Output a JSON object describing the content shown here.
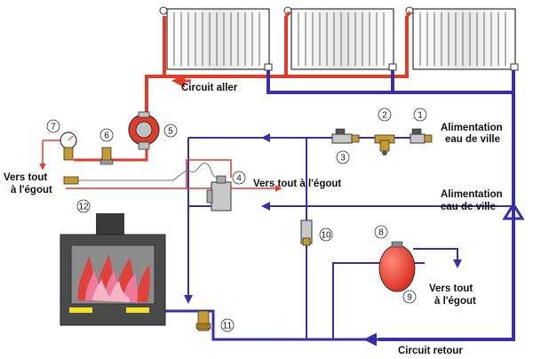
{
  "labels": {
    "circuit_aller": "Circuit aller",
    "circuit_retour": "Circuit retour",
    "alim_top_1": "Alimentation",
    "alim_top_2": "eau de ville",
    "alim_mid_1": "Alimentation",
    "alim_mid_2": "eau de ville",
    "egout_left_1": "Vers tout",
    "egout_left_2": "à l'égout",
    "egout_center": "Vers tout à l'égout",
    "egout_right_1": "Vers tout",
    "egout_right_2": "à l'égout"
  },
  "callouts": [
    "1",
    "2",
    "3",
    "4",
    "5",
    "6",
    "7",
    "8",
    "9",
    "10",
    "11",
    "12"
  ],
  "colors": {
    "hot_pipe": "#e23b2a",
    "cold_pipe": "#3a2fa8",
    "radiator": "#f4f4f4",
    "stove_body": "#4a4a4a",
    "stove_glass": "#8c8c8c",
    "flame": "#e0413c",
    "expansion_tank": "#e5382a"
  },
  "icons": [
    "radiator-icon",
    "circulator-pump-icon",
    "valve-icon",
    "pressure-gauge-icon",
    "expansion-tank-icon",
    "wood-stove-icon",
    "flame-icon"
  ]
}
